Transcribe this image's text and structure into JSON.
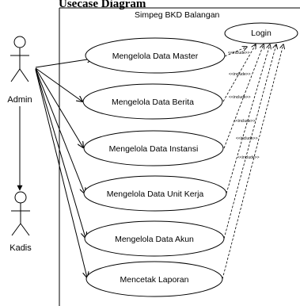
{
  "diagram": {
    "title": "Usecase Diagram",
    "system_name": "Simpeg BKD Balangan"
  },
  "actors": [
    {
      "id": "admin",
      "label": "Admin"
    },
    {
      "id": "kadis",
      "label": "Kadis"
    }
  ],
  "login": {
    "label": "Login"
  },
  "use_cases": [
    {
      "id": "uc1",
      "label": "Mengelola Data Master"
    },
    {
      "id": "uc2",
      "label": "Mengelola Data Berita"
    },
    {
      "id": "uc3",
      "label": "Mengelola Data Instansi"
    },
    {
      "id": "uc4",
      "label": "Mengelola Data Unit Kerja"
    },
    {
      "id": "uc5",
      "label": "Mengelola Data Akun"
    },
    {
      "id": "uc6",
      "label": "Mencetak Laporan"
    }
  ],
  "include_label": "<<include>>",
  "include_count": 6
}
